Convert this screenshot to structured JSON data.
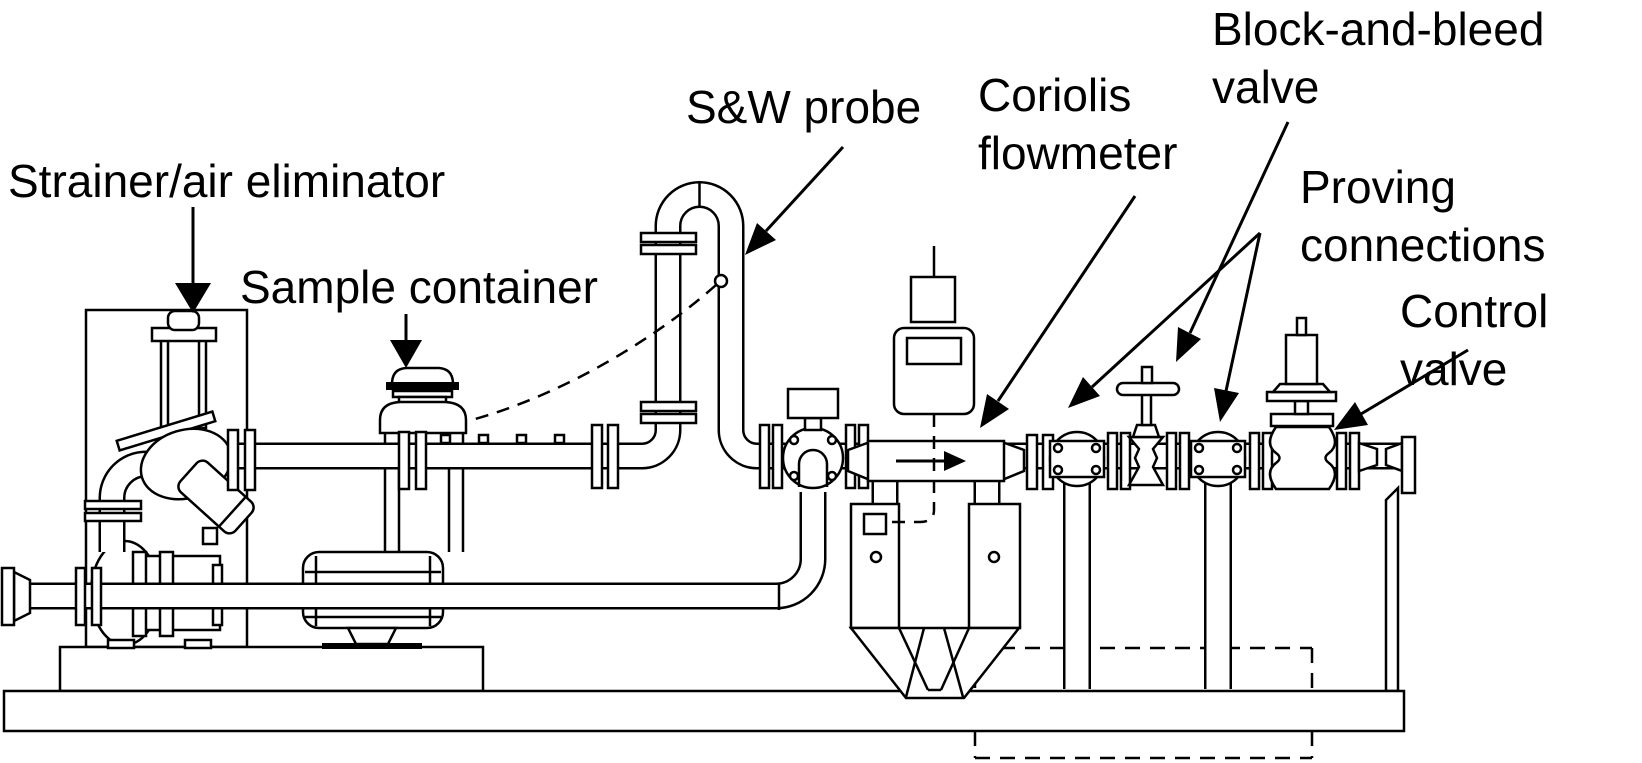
{
  "diagram": {
    "background": "#ffffff",
    "line_color": "#000000",
    "labels": {
      "strainer_air_eliminator": "Strainer/air eliminator",
      "sample_container": "Sample container",
      "sw_probe": "S&W probe",
      "coriolis_flowmeter": "Coriolis\nflowmeter",
      "block_and_bleed_valve": "Block-and-bleed\nvalve",
      "proving_connections": "Proving\nconnections",
      "control_valve": "Control\nvalve"
    }
  }
}
